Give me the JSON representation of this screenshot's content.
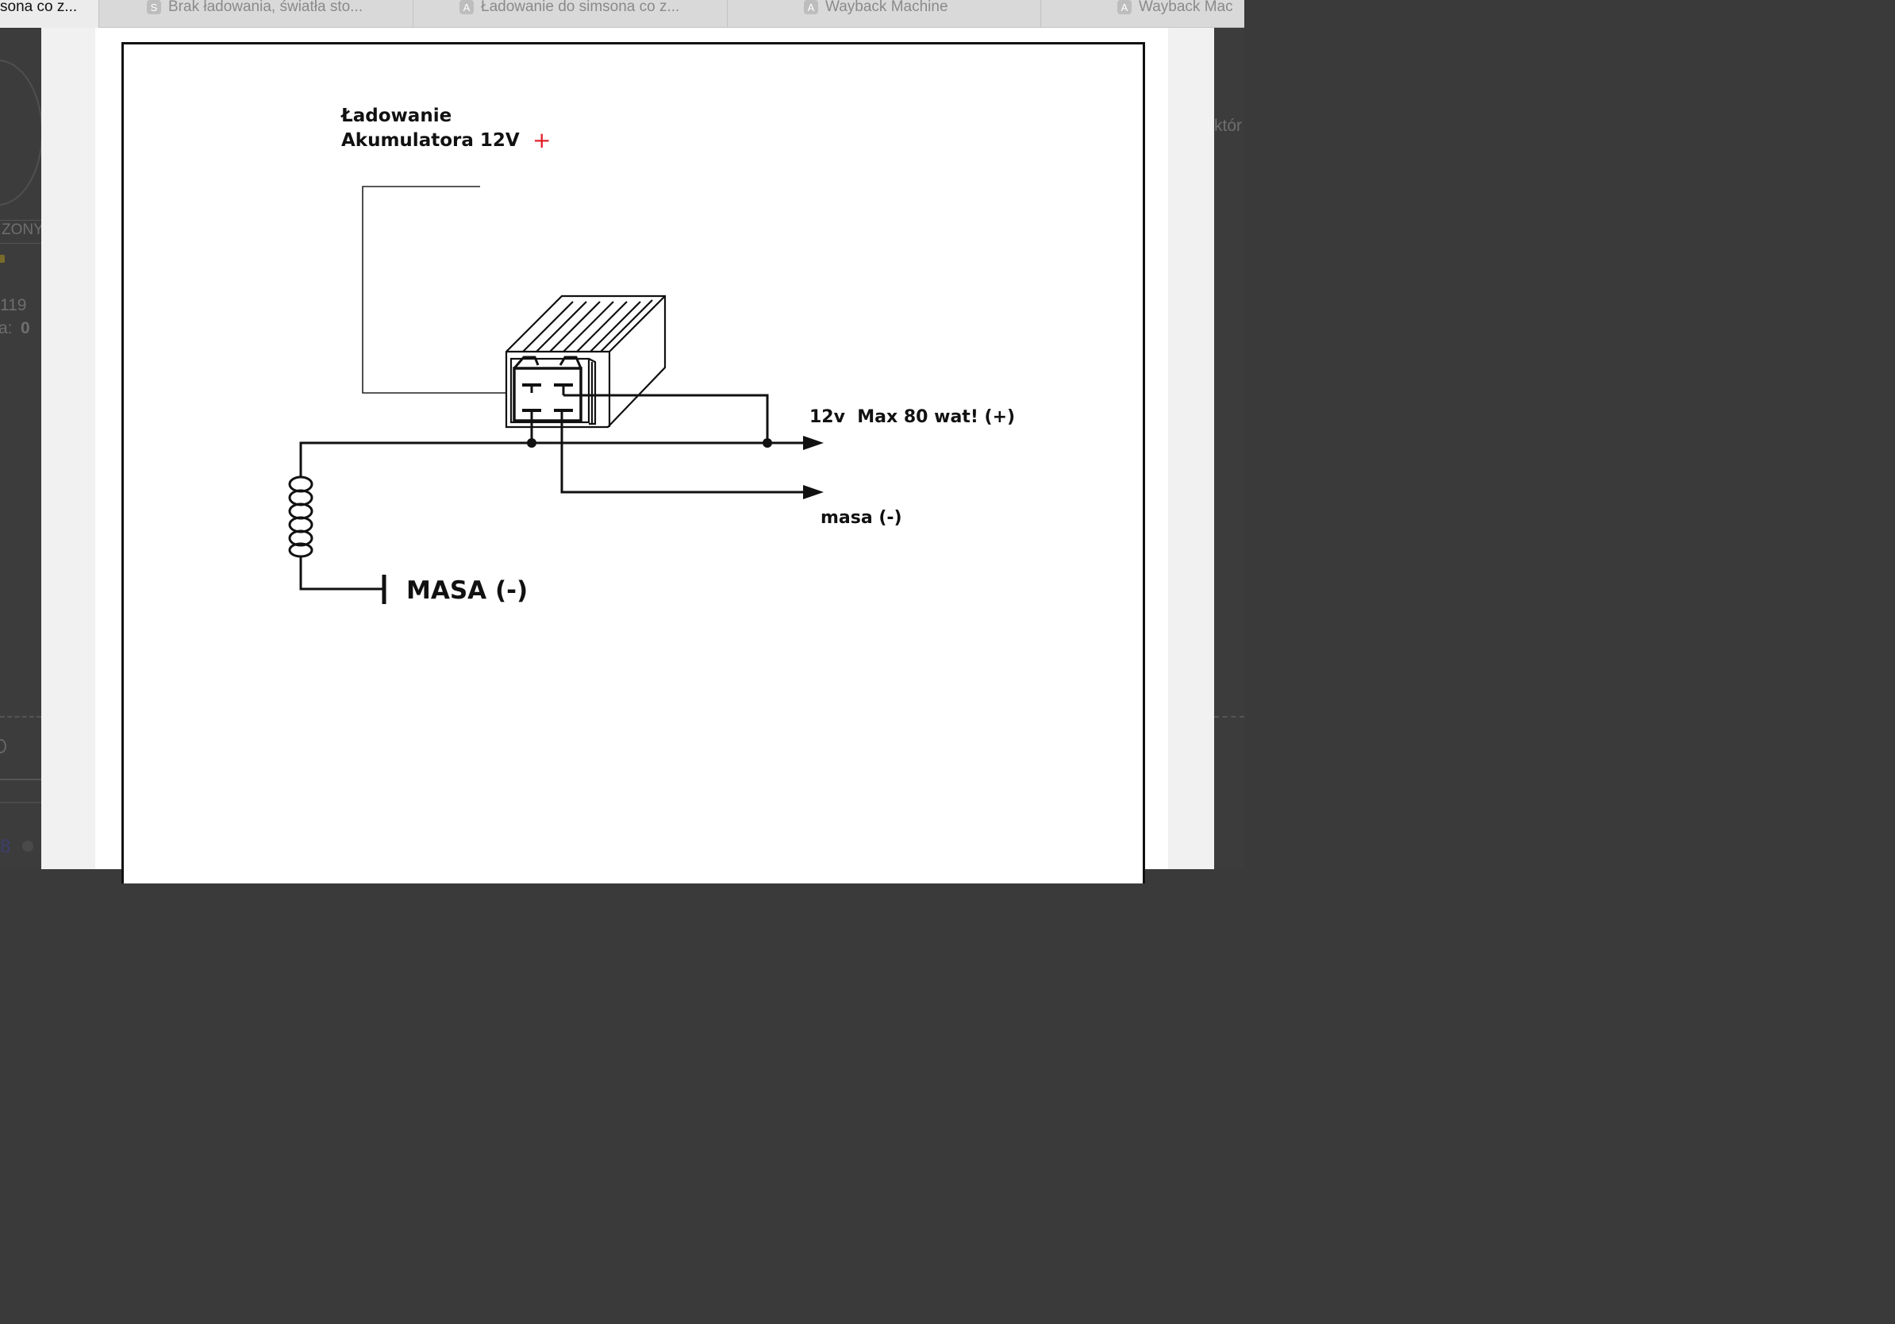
{
  "tabs": [
    {
      "label": "sona co z...",
      "favicon": "",
      "active": true
    },
    {
      "label": "Brak ładowania, światła sto...",
      "favicon": "S",
      "active": false
    },
    {
      "label": "Ładowanie do simsona co z...",
      "favicon": "A",
      "active": false
    },
    {
      "label": "Wayback Machine",
      "favicon": "A",
      "active": false
    },
    {
      "label": "Wayback Mac",
      "favicon": "A",
      "active": false
    }
  ],
  "background_page": {
    "left_fragments": [
      "ZONY",
      "119",
      "a:",
      "0",
      "8"
    ],
    "right_fragments": [
      "któr"
    ]
  },
  "diagram": {
    "title_line1": "Ładowanie",
    "title_line2": "Akumulatora 12V",
    "title_plus": "+",
    "output_label": "12v  Max 80 wat! (+)",
    "ground_output_label": "masa (-)",
    "ground_label": "MASA (-)",
    "plus_color": "#e0202a"
  }
}
